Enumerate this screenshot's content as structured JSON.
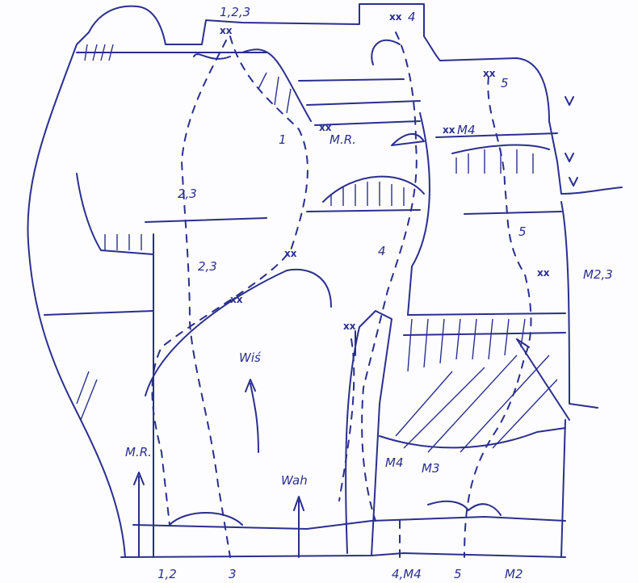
{
  "topo": {
    "ink_color": "#2a2f8f",
    "labels": {
      "top_routes": "1,2,3",
      "top_anchor": "xx",
      "route4_top": "4",
      "route5_top": "5",
      "route1": "1",
      "mr_anchor": "M.R.",
      "m4_anchor": "M4",
      "route23_a": "2,3",
      "route23_b": "2,3",
      "route4_mid": "4",
      "route5_mid": "5",
      "m23": "M2,3",
      "wis": "Wiś",
      "mr_side": "M.R.",
      "wah": "Wah",
      "m4": "M4",
      "m3": "M3"
    },
    "base_labels": [
      "1,2",
      "3",
      "4,M4",
      "5",
      "M2"
    ]
  }
}
